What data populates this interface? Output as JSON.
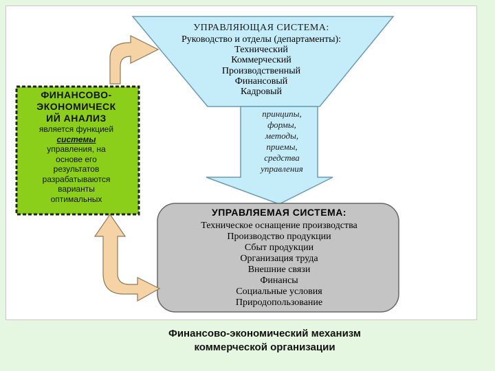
{
  "colors": {
    "page_background": "#e6f7e1",
    "funnel_fill": "#c5ecf9",
    "managed_box_fill": "#c4c4c4",
    "analysis_box_fill": "#8ccf1a",
    "arrow_fill": "#f6d3a4"
  },
  "management_system": {
    "title": "УПРАВЛЯЮЩАЯ СИСТЕМА:",
    "items": [
      "Руководство и отделы (департаменты):",
      "Технический",
      "Коммерческий",
      "Производственный",
      "Финансовый",
      "Кадровый"
    ]
  },
  "analysis_box": {
    "title_lines": [
      "ФИНАНСОВО-",
      "ЭКОНОМИЧЕСК",
      "ИЙ АНАЛИЗ"
    ],
    "body_lines": [
      "является функцией",
      "системы",
      "управления, на",
      "основе его",
      "результатов",
      "разрабатываются",
      "варианты",
      "оптимальных"
    ]
  },
  "arrow_text": {
    "lines": [
      "принципы,",
      "формы,",
      "методы,",
      "приемы,",
      "средства",
      "управления"
    ]
  },
  "managed_system": {
    "title": "УПРАВЛЯЕМАЯ СИСТЕМА:",
    "items": [
      "Техническое оснащение производства",
      "Производство продукции",
      "Сбыт продукции",
      "Организация труда",
      "Внешние связи",
      "Финансы",
      "Социальные условия",
      "Природопользование"
    ]
  },
  "caption": {
    "line1": "Финансово-экономический механизм",
    "line2": "коммерческой организации"
  }
}
